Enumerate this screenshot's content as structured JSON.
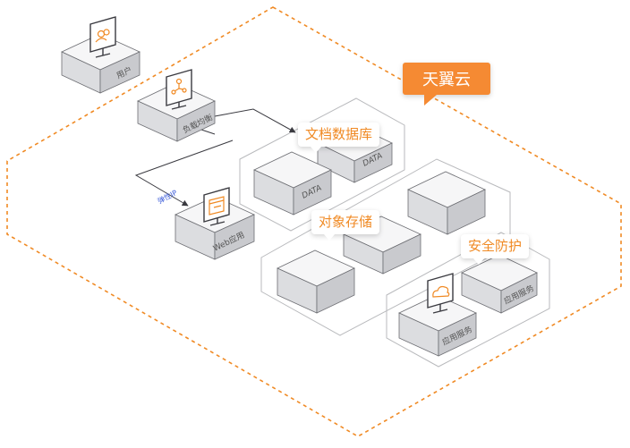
{
  "brand": {
    "name": "天翼云"
  },
  "callouts": {
    "docdb": "文档数据库",
    "oss": "对象存储",
    "security": "安全防护"
  },
  "nodes": {
    "user": "用户",
    "lb": "负载均衡",
    "web": "Web应用",
    "eip": "弹性IP",
    "data1": "DATA",
    "data2": "DATA",
    "app1": "应用服务",
    "app2": "应用服务"
  },
  "colors": {
    "accent": "#f58a33",
    "dashed_border": "#f08a24",
    "box_top": "#f6f6f7",
    "box_left": "#dcdde0",
    "box_right": "#c9cace",
    "edge": "#6d6e73",
    "eip_text": "#3a5bd9"
  },
  "icons": [
    "user-group-icon",
    "network-node-icon",
    "browser-window-icon",
    "cloud-icon"
  ]
}
